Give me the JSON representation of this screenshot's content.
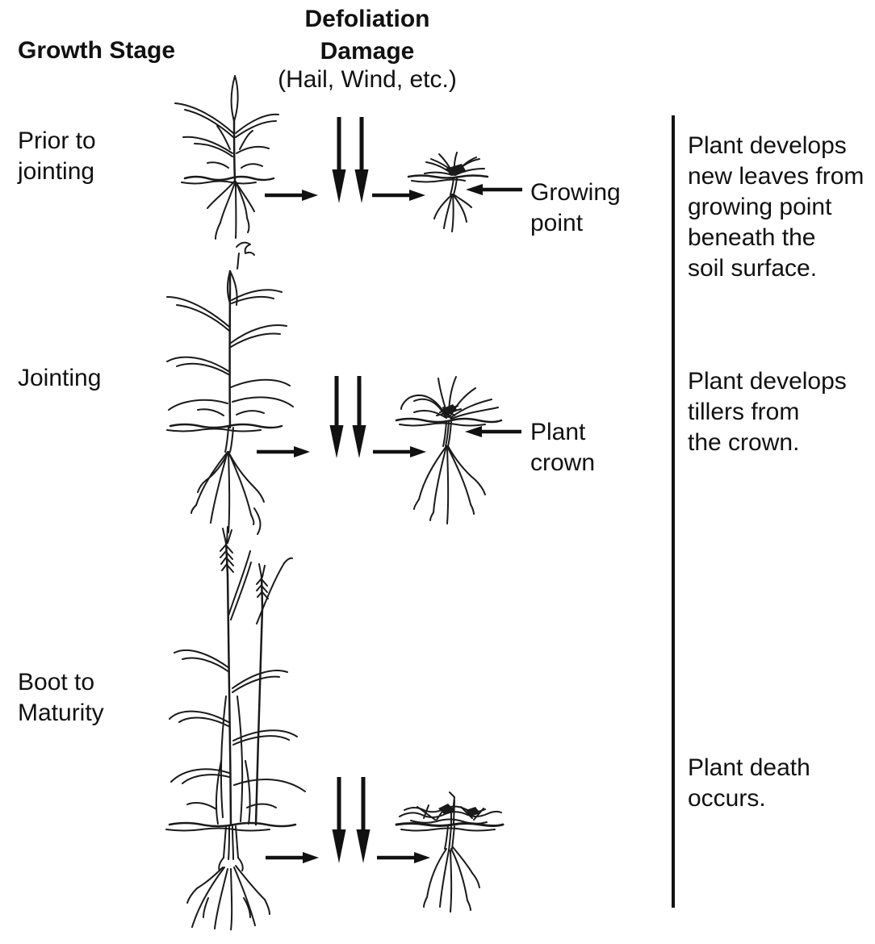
{
  "colors": {
    "background": "#ffffff",
    "ink": "#111111",
    "sketch_stroke": "#1a1a1a"
  },
  "header": {
    "growth_stage": "Growth Stage",
    "defoliation_title": "Defoliation\nDamage",
    "defoliation_subtitle": "(Hail, Wind, etc.)"
  },
  "rows": [
    {
      "stage": "Prior to\njointing",
      "callout": "Growing\npoint",
      "outcome": "Plant develops\nnew leaves from\ngrowing point\nbeneath the\nsoil surface."
    },
    {
      "stage": "Jointing",
      "callout": "Plant\ncrown",
      "outcome": "Plant develops\ntillers from\nthe crown."
    },
    {
      "stage": "Boot to\nMaturity",
      "outcome": "Plant death\noccurs."
    }
  ]
}
